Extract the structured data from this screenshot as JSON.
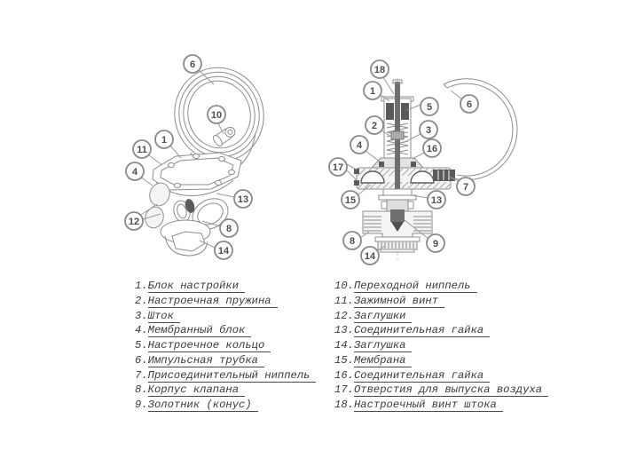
{
  "diagrams": {
    "left": {
      "description": "isometric drawing of valve with coiled impulse tube",
      "callouts": [
        {
          "label": "6"
        },
        {
          "label": "10"
        },
        {
          "label": "1"
        },
        {
          "label": "11"
        },
        {
          "label": "4"
        },
        {
          "label": "13"
        },
        {
          "label": "12"
        },
        {
          "label": "8"
        },
        {
          "label": "14"
        }
      ]
    },
    "right": {
      "description": "cross-section drawing of valve with impulse tube arc",
      "callouts": [
        {
          "label": "18"
        },
        {
          "label": "1"
        },
        {
          "label": "5"
        },
        {
          "label": "6"
        },
        {
          "label": "2"
        },
        {
          "label": "3"
        },
        {
          "label": "4"
        },
        {
          "label": "16"
        },
        {
          "label": "17"
        },
        {
          "label": "7"
        },
        {
          "label": "15"
        },
        {
          "label": "13"
        },
        {
          "label": "8"
        },
        {
          "label": "9"
        },
        {
          "label": "14"
        }
      ]
    }
  },
  "parts_list": {
    "left": [
      {
        "num": "1.",
        "name": "Блок настройки"
      },
      {
        "num": "2.",
        "name": "Настроечная пружина"
      },
      {
        "num": "3.",
        "name": "Шток"
      },
      {
        "num": "4.",
        "name": "Мембранный блок"
      },
      {
        "num": "5.",
        "name": "Настроечное кольцо"
      },
      {
        "num": "6.",
        "name": "Импульсная трубка"
      },
      {
        "num": "7.",
        "name": "Присоединительный ниппель"
      },
      {
        "num": "8.",
        "name": "Корпус клапана"
      },
      {
        "num": "9.",
        "name": "Золотник (конус)"
      }
    ],
    "right": [
      {
        "num": "10.",
        "name": "Переходной ниппель"
      },
      {
        "num": "11.",
        "name": "Зажимной винт"
      },
      {
        "num": "12.",
        "name": "Заглушки"
      },
      {
        "num": "13.",
        "name": "Соединительная гайка"
      },
      {
        "num": "14.",
        "name": "Заглушка"
      },
      {
        "num": "15.",
        "name": "Мембрана"
      },
      {
        "num": "16.",
        "name": "Соединительная гайка"
      },
      {
        "num": "17.",
        "name": "Отверстия для выпуска воздуха"
      },
      {
        "num": "18.",
        "name": "Настроечный винт штока"
      }
    ]
  },
  "colors": {
    "background": "#ffffff",
    "line": "#8d8d8d",
    "dark_fill": "#5a5a5a",
    "text": "#3a3a3a",
    "callout_stroke": "#8a8a8a",
    "callout_number": "#4d4d4d"
  }
}
